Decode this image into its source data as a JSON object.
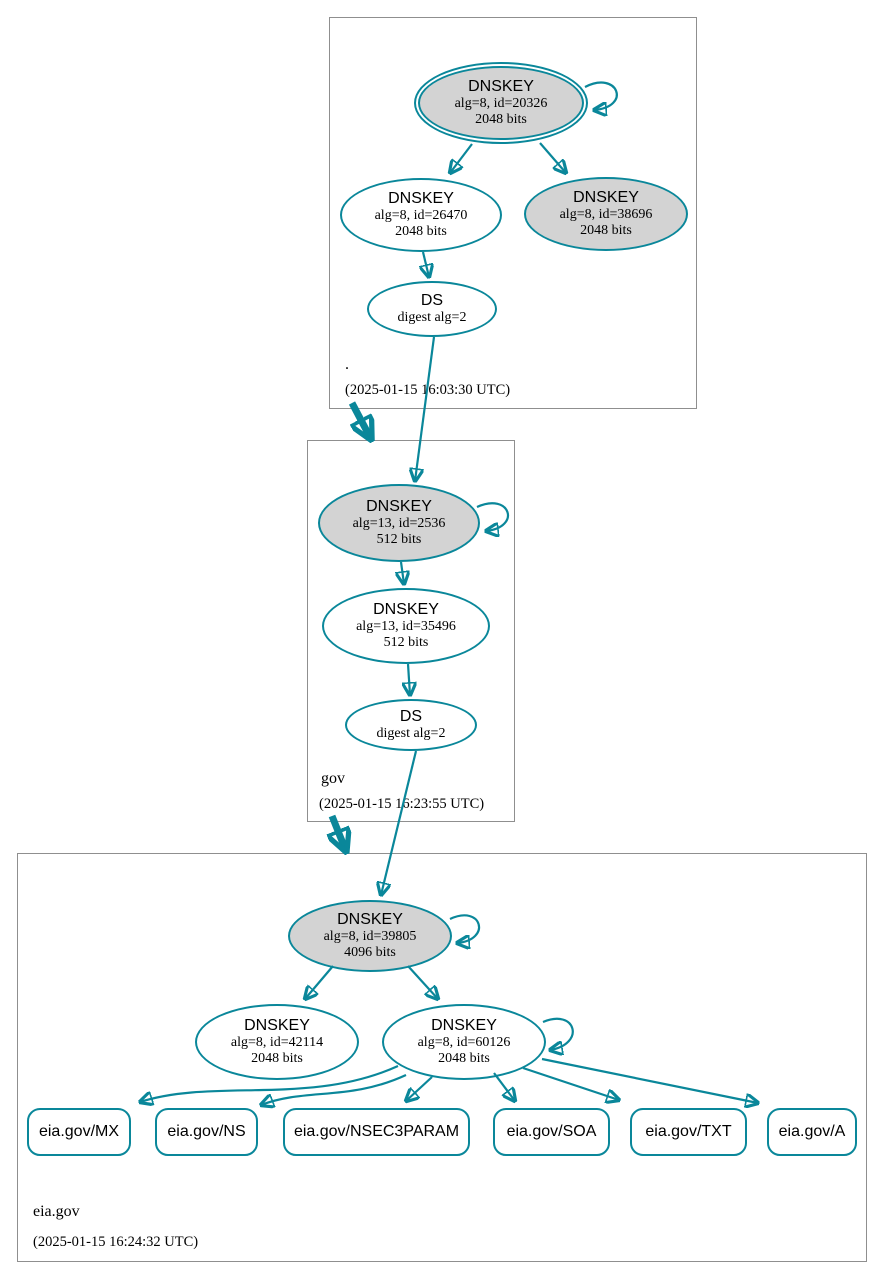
{
  "diagram_type": "dnssec-authentication-chain",
  "colors": {
    "secure_teal": "#0a879a",
    "key_fill_gray": "#d3d3d3",
    "node_fill_white": "#ffffff",
    "cluster_border_gray": "#8f8f8f",
    "text": "#000000"
  },
  "zones": {
    "root": {
      "name": ".",
      "timestamp": "(2025-01-15 16:03:30 UTC)",
      "ksk": {
        "title": "DNSKEY",
        "attrs": "alg=8, id=20326",
        "bits": "2048 bits"
      },
      "zsk": {
        "title": "DNSKEY",
        "attrs": "alg=8, id=26470",
        "bits": "2048 bits"
      },
      "key2": {
        "title": "DNSKEY",
        "attrs": "alg=8, id=38696",
        "bits": "2048 bits"
      },
      "ds": {
        "title": "DS",
        "attrs": "digest alg=2"
      }
    },
    "gov": {
      "name": "gov",
      "timestamp": "(2025-01-15 16:23:55 UTC)",
      "ksk": {
        "title": "DNSKEY",
        "attrs": "alg=13, id=2536",
        "bits": "512 bits"
      },
      "zsk": {
        "title": "DNSKEY",
        "attrs": "alg=13, id=35496",
        "bits": "512 bits"
      },
      "ds": {
        "title": "DS",
        "attrs": "digest alg=2"
      }
    },
    "eia": {
      "name": "eia.gov",
      "timestamp": "(2025-01-15 16:24:32 UTC)",
      "ksk": {
        "title": "DNSKEY",
        "attrs": "alg=8, id=39805",
        "bits": "4096 bits"
      },
      "zsk1": {
        "title": "DNSKEY",
        "attrs": "alg=8, id=42114",
        "bits": "2048 bits"
      },
      "zsk2": {
        "title": "DNSKEY",
        "attrs": "alg=8, id=60126",
        "bits": "2048 bits"
      },
      "rrsets": [
        {
          "label": "eia.gov/MX"
        },
        {
          "label": "eia.gov/NS"
        },
        {
          "label": "eia.gov/NSEC3PARAM"
        },
        {
          "label": "eia.gov/SOA"
        },
        {
          "label": "eia.gov/TXT"
        },
        {
          "label": "eia.gov/A"
        }
      ]
    }
  }
}
